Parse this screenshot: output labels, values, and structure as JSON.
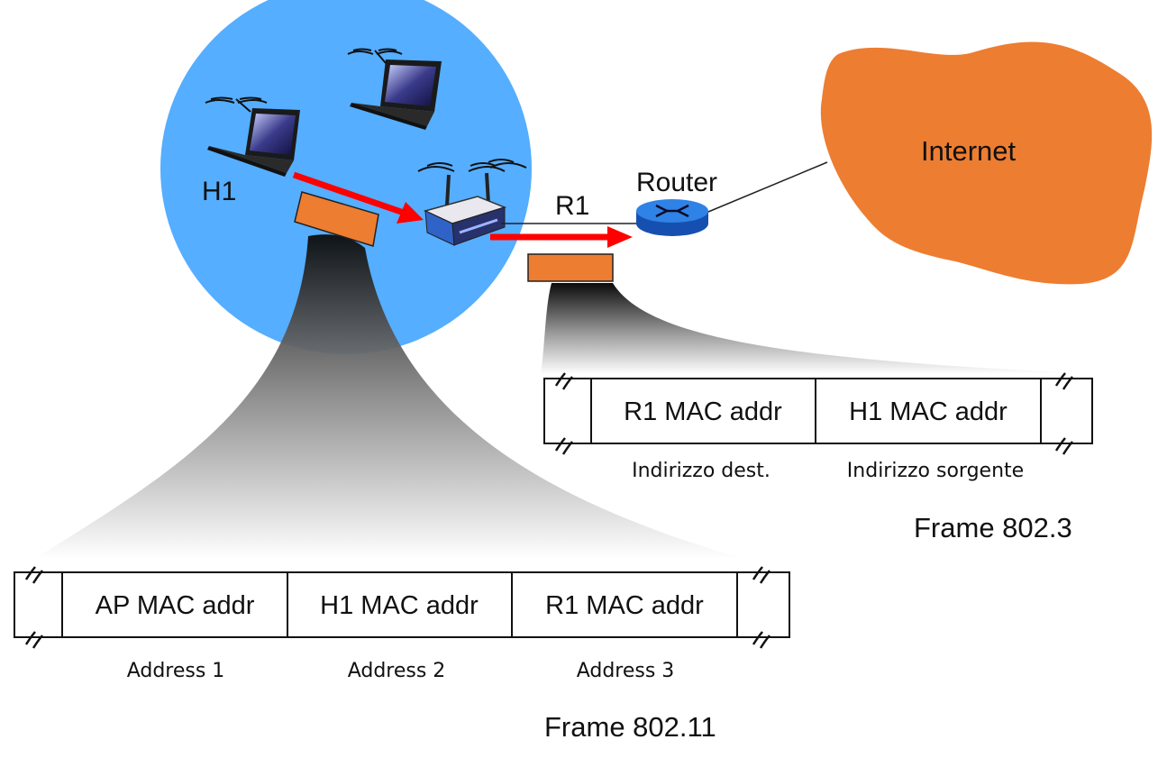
{
  "nodes": {
    "h1": "H1",
    "r1": "R1",
    "router": "Router",
    "internet": "Internet"
  },
  "frame_80211": {
    "title": "Frame 802.11",
    "fields": [
      {
        "value": "AP MAC addr",
        "caption": "Address 1"
      },
      {
        "value": "H1 MAC addr",
        "caption": "Address 2"
      },
      {
        "value": "R1 MAC addr",
        "caption": "Address 3"
      }
    ]
  },
  "frame_8023": {
    "title": "Frame 802.3",
    "fields": [
      {
        "value": "R1 MAC addr",
        "caption": "Indirizzo dest."
      },
      {
        "value": "H1 MAC addr",
        "caption": "Indirizzo sorgente"
      }
    ]
  },
  "colors": {
    "wireless_cell": "#55aeff",
    "frame_block": "#ed7d31",
    "internet_cloud": "#ed7d31",
    "arrow": "#ff0000",
    "router": "#1f6fd6"
  },
  "icons": [
    "laptop-icon",
    "wireless-access-point-icon",
    "router-icon",
    "cloud-icon"
  ]
}
